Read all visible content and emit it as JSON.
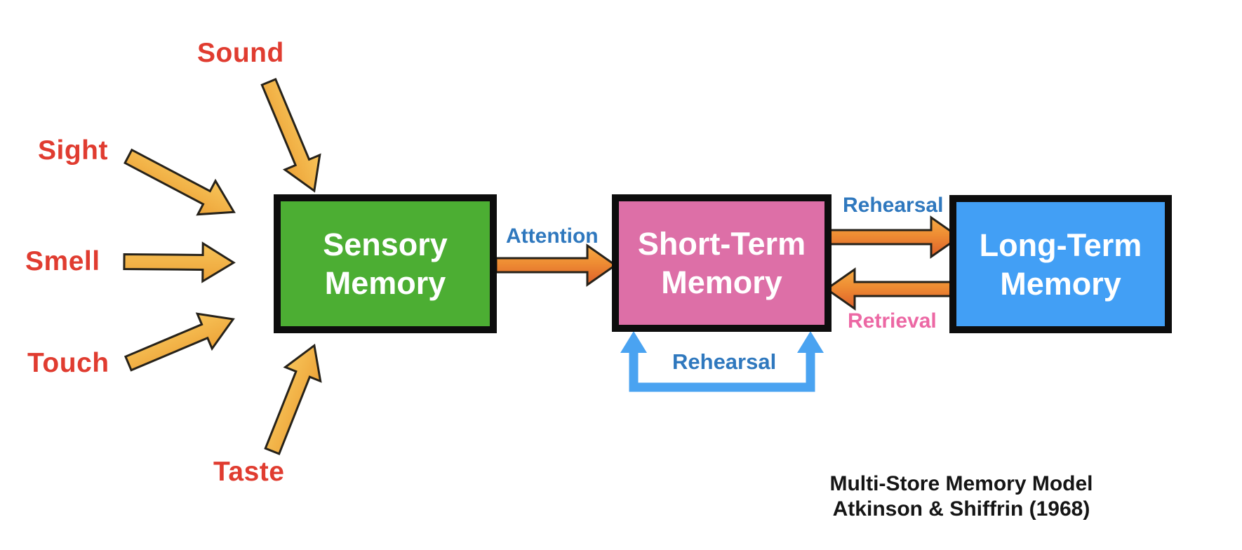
{
  "diagram": {
    "senses": [
      {
        "label": "Sound"
      },
      {
        "label": "Sight"
      },
      {
        "label": "Smell"
      },
      {
        "label": "Touch"
      },
      {
        "label": "Taste"
      }
    ],
    "stores": [
      {
        "name": "sensory-memory",
        "line1": "Sensory",
        "line2": "Memory",
        "fill": "#4cae33"
      },
      {
        "name": "short-term-memory",
        "line1": "Short-Term",
        "line2": "Memory",
        "fill": "#dd6fa7"
      },
      {
        "name": "long-term-memory",
        "line1": "Long-Term",
        "line2": "Memory",
        "fill": "#429ff5"
      }
    ],
    "flows": {
      "attention": "Attention",
      "rehearsal_to_ltm": "Rehearsal",
      "retrieval": "Retrieval",
      "rehearsal_loop": "Rehearsal"
    },
    "caption": {
      "line1": "Multi-Store Memory Model",
      "line2": "Atkinson & Shiffrin (1968)"
    },
    "colors": {
      "sense_label_red": "#e03c30",
      "flow_label_blue": "#2f78be",
      "retrieval_label_pink": "#ec68a4",
      "sensory_box_green": "#4cae33",
      "short_term_box_pink": "#dd6fa7",
      "long_term_box_blue": "#429ff5",
      "sense_arrow_yellow": "#f3b945",
      "flow_arrow_orange": "#ee8c33",
      "loop_arrow_blue": "#4aa3f1",
      "box_border_black": "#0d0d0d",
      "caption_black": "#151515"
    }
  }
}
